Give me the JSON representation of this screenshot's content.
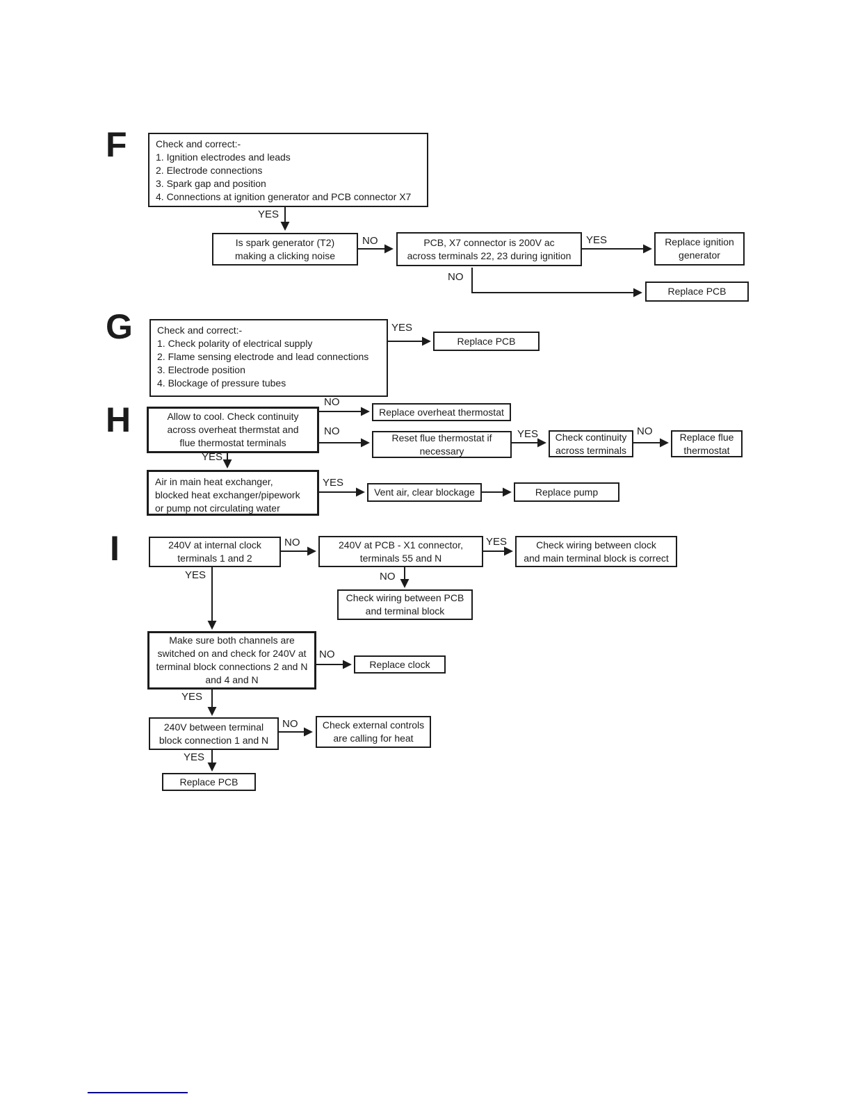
{
  "labels": {
    "yes": "YES",
    "no": "NO"
  },
  "colors": {
    "ink": "#1c1c1c",
    "footer_rule": "#00008B"
  },
  "sections": {
    "f": {
      "letter": "F",
      "check_box": "Check and correct:-\n1. Ignition electrodes and leads\n2. Electrode connections\n3. Spark gap and position\n4. Connections at ignition generator and PCB connector X7",
      "spark_box": "Is spark generator (T2)\nmaking a clicking noise",
      "pcb_x7_box": "PCB, X7 connector is 200V ac\nacross terminals 22, 23 during ignition",
      "replace_ignition_box": "Replace ignition\ngenerator",
      "replace_pcb_box": "Replace PCB"
    },
    "g": {
      "letter": "G",
      "check_box": "Check and correct:-\n1. Check polarity of electrical supply\n2. Flame sensing electrode and lead connections\n3. Electrode position\n4. Blockage of pressure tubes",
      "replace_pcb_box": "Replace PCB"
    },
    "h": {
      "letter": "H",
      "continuity_box": "Allow to cool. Check continuity\nacross overheat thermstat and\nflue thermostat terminals",
      "replace_overheat_box": "Replace overheat thermostat",
      "reset_flue_box": "Reset flue thermostat if\nnecessary",
      "check_continuity_box": "Check continuity\nacross terminals",
      "replace_flue_box": "Replace flue\nthermostat",
      "air_box": "Air in main heat exchanger,\nblocked heat exchanger/pipework\nor pump not circulating water",
      "vent_air_box": "Vent air, clear blockage",
      "replace_pump_box": "Replace pump"
    },
    "i": {
      "letter": "I",
      "clock_240v_box": "240V at internal clock\nterminals 1 and 2",
      "pcb_x1_box": "240V at PCB - X1 connector,\nterminals 55 and N",
      "check_wiring_clock_box": "Check wiring between clock\nand main terminal block is correct",
      "check_wiring_pcb_box": "Check wiring between PCB\nand terminal block",
      "channels_box": "Make sure both channels are\nswitched on and check for 240V at\nterminal block connections 2 and N\nand 4 and N",
      "replace_clock_box": "Replace clock",
      "terminal_240v_box": "240V between terminal\nblock connection 1 and N",
      "external_controls_box": "Check external controls\nare calling for heat",
      "replace_pcb_box": "Replace PCB"
    }
  }
}
